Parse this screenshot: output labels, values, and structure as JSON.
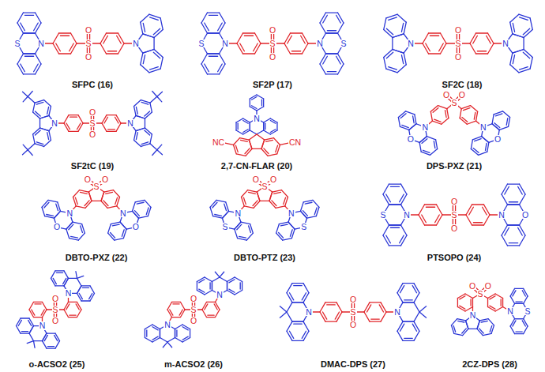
{
  "diagram": {
    "labels": [
      "N",
      "S",
      "O",
      "S",
      "O",
      "N",
      "SFPC (16)",
      "N",
      "S",
      "O",
      "S",
      "O",
      "N",
      "S",
      "SF2P (17)",
      "N",
      "O",
      "S",
      "O",
      "N",
      "SF2C (18)",
      "N",
      "O",
      "S",
      "O",
      "N",
      "SF2tC (19)",
      "N",
      "NC",
      "CN",
      "2,7-CN-FLAR (20)",
      "N",
      "O",
      "O",
      "S",
      "O",
      "N",
      "O",
      "DPS-PXZ (21)",
      "O",
      "S",
      "O",
      "N",
      "O",
      "N",
      "O",
      "DBTO-PXZ (22)",
      "O",
      "S",
      "O",
      "N",
      "S",
      "N",
      "S",
      "DBTO-PTZ (23)",
      "N",
      "S",
      "O",
      "S",
      "O",
      "N",
      "O",
      "PTSOPO (24)",
      "N",
      "O",
      "S",
      "O",
      "N",
      "o-ACSO2 (25)",
      "N",
      "O",
      "S",
      "O",
      "N",
      "m-ACSO2 (26)",
      "N",
      "O",
      "S",
      "O",
      "N",
      "DMAC-DPS (27)",
      "O",
      "S",
      "O",
      "N",
      "N",
      "S",
      "2CZ-DPS (28)"
    ]
  }
}
